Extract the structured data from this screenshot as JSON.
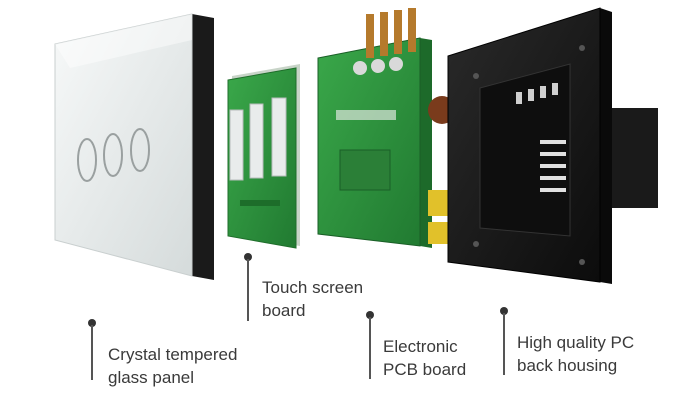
{
  "components": {
    "glass_panel": {
      "label_lines": [
        "Crystal tempered",
        "glass panel"
      ]
    },
    "touch_board": {
      "label_lines": [
        "Touch screen",
        "board"
      ]
    },
    "pcb_board": {
      "label_lines": [
        "Electronic",
        "PCB board"
      ]
    },
    "housing": {
      "label_lines": [
        "High quality PC",
        "back housing"
      ]
    }
  },
  "colors": {
    "glass": "#e9ecec",
    "glass_edge": "#1a1a1a",
    "touch_pcb": "#2f9a3e",
    "main_pcb": "#2e8b3c",
    "housing": "#161616",
    "leader": "#555555"
  }
}
